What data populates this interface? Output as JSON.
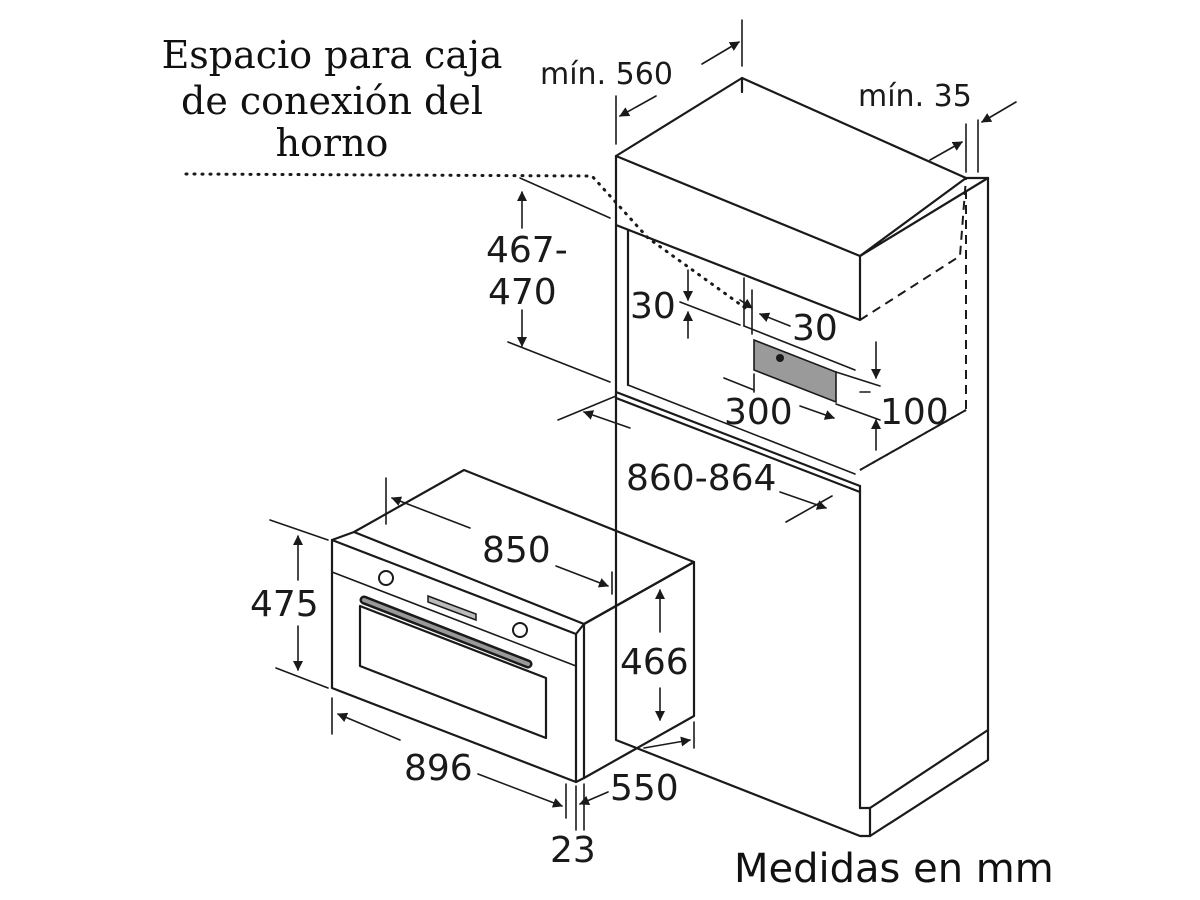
{
  "caption": {
    "connection_box": [
      "Espacio para caja",
      "de conexión del",
      "horno"
    ],
    "units": "Medidas en mm"
  },
  "dimensions": {
    "niche_width_min": "mín. 560",
    "side_gap_min": "mín. 35",
    "niche_height_line1": "467-",
    "niche_height_line2": "470",
    "box_offset_left": "30",
    "box_offset_right": "30",
    "box_width": "300",
    "box_height": "100",
    "niche_depth": "860-864",
    "oven_width_body": "850",
    "oven_height_front": "475",
    "oven_height_body": "466",
    "oven_width_front": "896",
    "oven_depth": "550",
    "front_thickness": "23"
  },
  "colors": {
    "line": "#1a1a1a",
    "connection_box_fill": "#9a9a9a"
  }
}
